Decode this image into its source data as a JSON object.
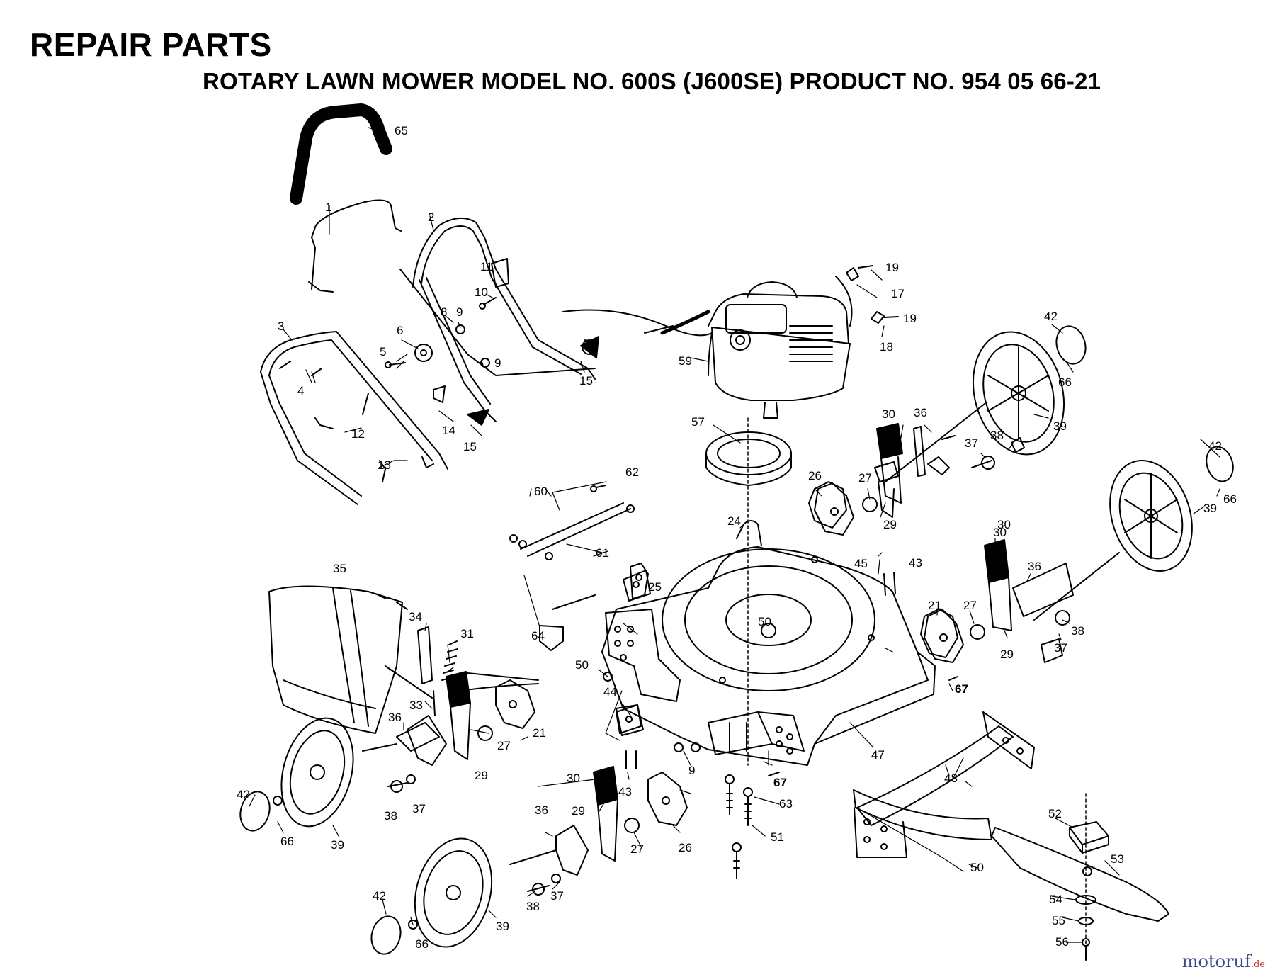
{
  "header": {
    "title": "REPAIR PARTS",
    "subtitle": "ROTARY LAWN MOWER MODEL NO. 600S (J600SE) PRODUCT NO.  954 05 66-21"
  },
  "watermark": {
    "main": "motoruf",
    "suffix": ".de"
  },
  "part_numbers": [
    "65",
    "1",
    "2",
    "3",
    "4",
    "5",
    "6",
    "8",
    "9",
    "9",
    "10",
    "11",
    "12",
    "13",
    "14",
    "15",
    "15",
    "17",
    "18",
    "19",
    "19",
    "59",
    "42",
    "66",
    "39",
    "30",
    "36",
    "37",
    "38",
    "57",
    "26",
    "27",
    "29",
    "62",
    "60",
    "61",
    "24",
    "42",
    "66",
    "39",
    "30",
    "36",
    "45",
    "43",
    "35",
    "25",
    "34",
    "31",
    "64",
    "50",
    "50",
    "21",
    "27",
    "29",
    "38",
    "37",
    "30",
    "44",
    "33",
    "21",
    "27",
    "36",
    "29",
    "9",
    "43",
    "67",
    "67",
    "47",
    "42",
    "66",
    "39",
    "38",
    "37",
    "30",
    "29",
    "36",
    "27",
    "26",
    "63",
    "51",
    "48",
    "52",
    "53",
    "50",
    "42",
    "66",
    "39",
    "38",
    "37",
    "54",
    "55",
    "56"
  ],
  "colors": {
    "line": "#000000",
    "background": "#ffffff",
    "watermark": "#3a4a8c",
    "watermark_suffix": "#c23a2a"
  }
}
